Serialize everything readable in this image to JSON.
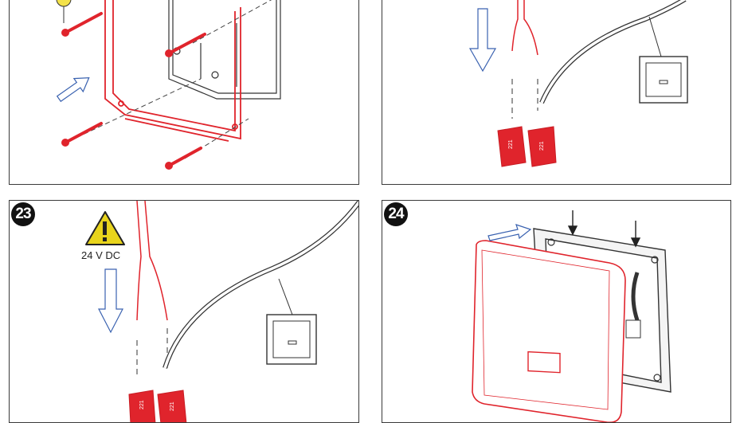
{
  "panels": [
    {
      "step": "",
      "description": "mounting frame screwed into wall box"
    },
    {
      "step": "",
      "description": "wires connected to terminal blocks"
    },
    {
      "step": "23",
      "warning_label": "24 V DC"
    },
    {
      "step": "24"
    }
  ],
  "colors": {
    "part_red": "#e0242c",
    "line": "#333333",
    "arrow_blue": "#3a62b0",
    "warning_yellow": "#e8d41c"
  },
  "terminal_label": "221",
  "icons": [
    "screw-icon",
    "arrow-icon",
    "warning-triangle-icon",
    "terminal-block-icon",
    "wall-switch-icon"
  ]
}
